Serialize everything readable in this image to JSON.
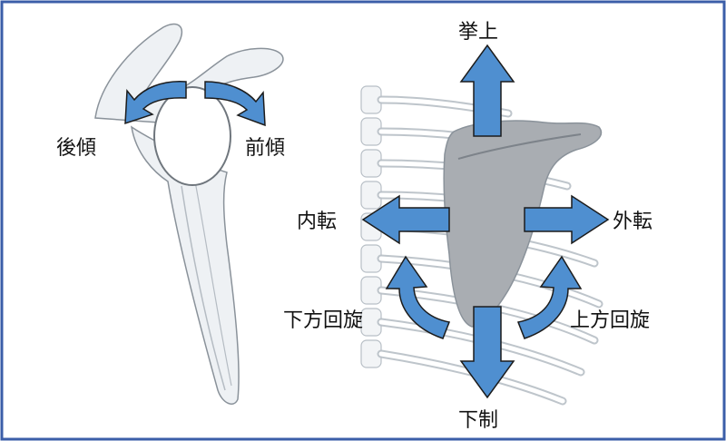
{
  "labels": {
    "posterior_tilt": "後傾",
    "anterior_tilt": "前傾",
    "elevation": "挙上",
    "depression": "下制",
    "adduction": "内転",
    "abduction": "外転",
    "downward_rotation": "下方回旋",
    "upward_rotation": "上方回旋"
  },
  "colors": {
    "frame_border": "#3b5ea8",
    "arrow_fill": "#4f8fd0",
    "arrow_stroke": "#1c1c1c",
    "bone_fill": "#eef1f4",
    "bone_stroke": "#8a929a",
    "scapula_fill": "#a9adb2",
    "rib_fill": "#f2f4f6",
    "rib_stroke": "#b8bfc6"
  },
  "icons": {
    "scapula_side_view": "scapula-lateral-illustration",
    "scapula_back_view": "scapula-posterior-illustration",
    "rotation_arrow": "curved-arrow-icon",
    "direction_arrow": "straight-arrow-icon"
  }
}
